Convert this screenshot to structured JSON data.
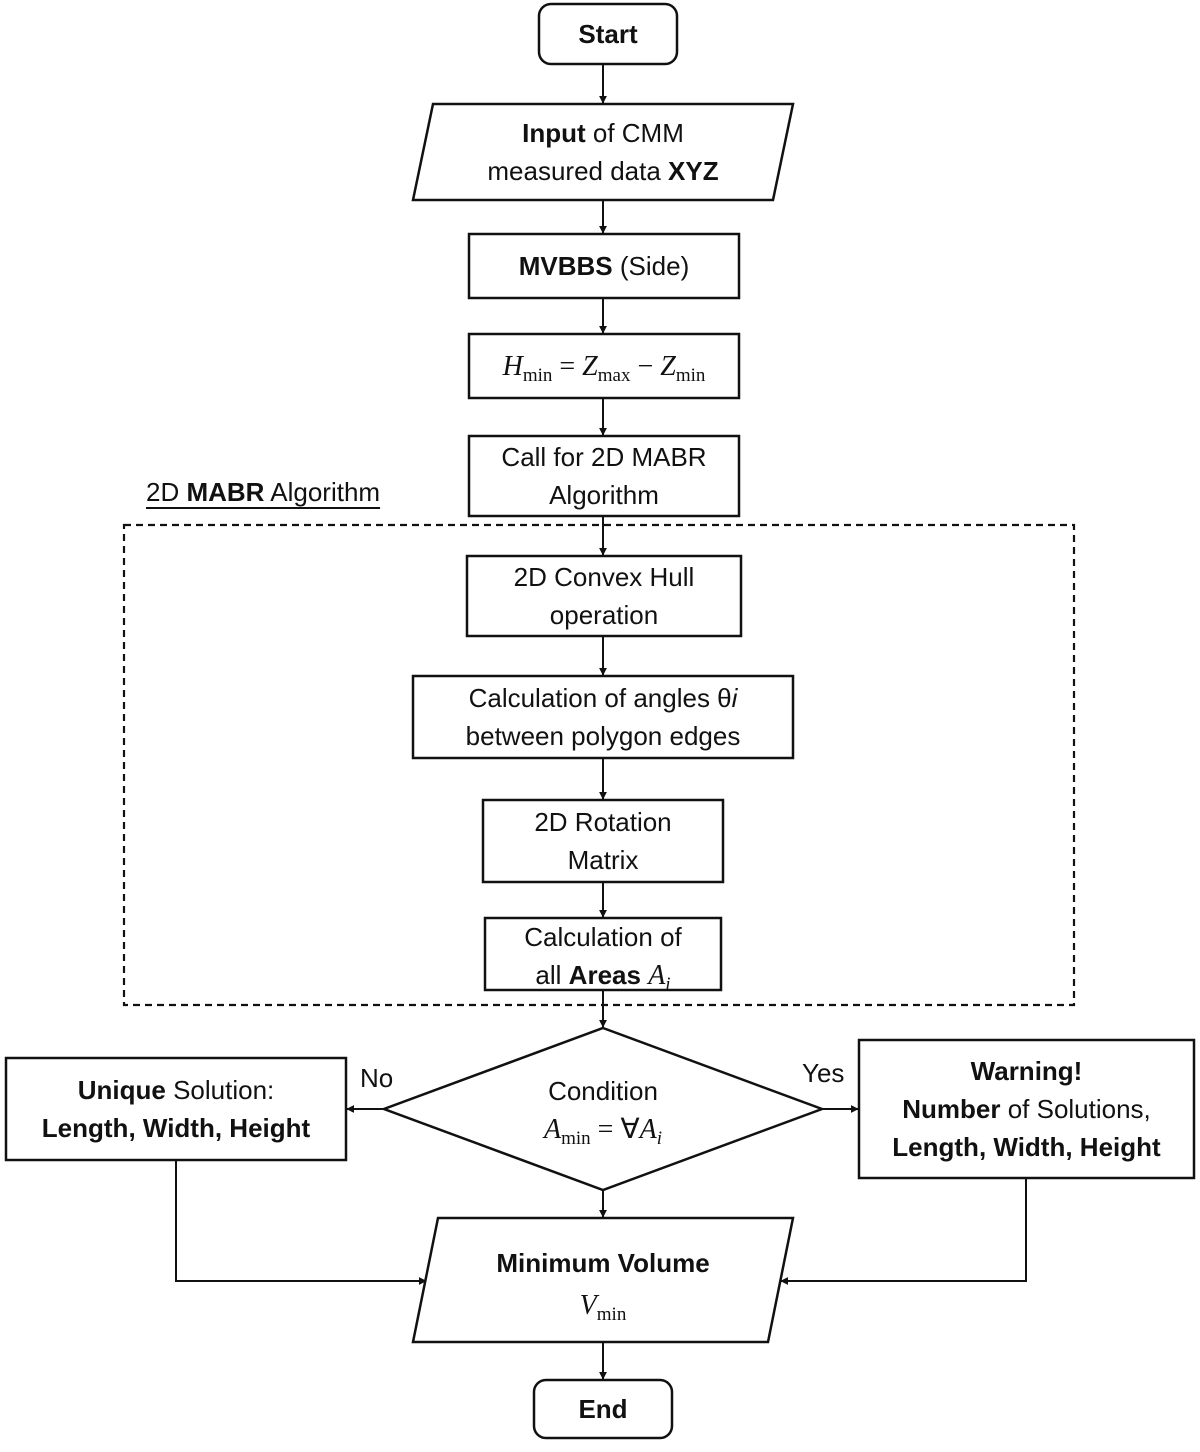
{
  "start": {
    "label": "Start"
  },
  "input": {
    "b1": "Input",
    "t1": " of CMM",
    "t2": "measured data ",
    "b2": "XYZ"
  },
  "mvbbs": {
    "b": "MVBBS",
    "t": " (Side)"
  },
  "hmin": {
    "H": "H",
    "min": "min",
    "eq": " = ",
    "Z1": "Z",
    "max": "max",
    "minus": " − ",
    "Z2": "Z",
    "min2": "min"
  },
  "call": {
    "l1": "Call for 2D MABR",
    "l2": "Algorithm"
  },
  "section": {
    "t1": "2D ",
    "b": "MABR",
    "t2": " Algorithm"
  },
  "convex": {
    "l1": "2D Convex Hull",
    "l2": "operation"
  },
  "angles": {
    "l1a": "Calculation of angles θ",
    "l1i": "i",
    "l2": "between polygon edges"
  },
  "rotation": {
    "l1": "2D Rotation",
    "l2": "Matrix"
  },
  "areas": {
    "l1": "Calculation of",
    "l2a": "all ",
    "l2b": "Areas",
    "A": "A",
    "i": "i"
  },
  "condition": {
    "label": "Condition",
    "A": "A",
    "min": "min",
    "eq": " = ∀",
    "A2": "A",
    "i": "i"
  },
  "no_label": "No",
  "yes_label": "Yes",
  "unique": {
    "b1": "Unique",
    "t1": " Solution:",
    "l2": "Length, Width, Height"
  },
  "warning": {
    "l1": "Warning!",
    "b2": "Number",
    "t2": " of Solutions,",
    "l3": "Length, Width, Height"
  },
  "minvol": {
    "label": "Minimum Volume",
    "V": "V",
    "min": "min"
  },
  "end": {
    "label": "End"
  }
}
